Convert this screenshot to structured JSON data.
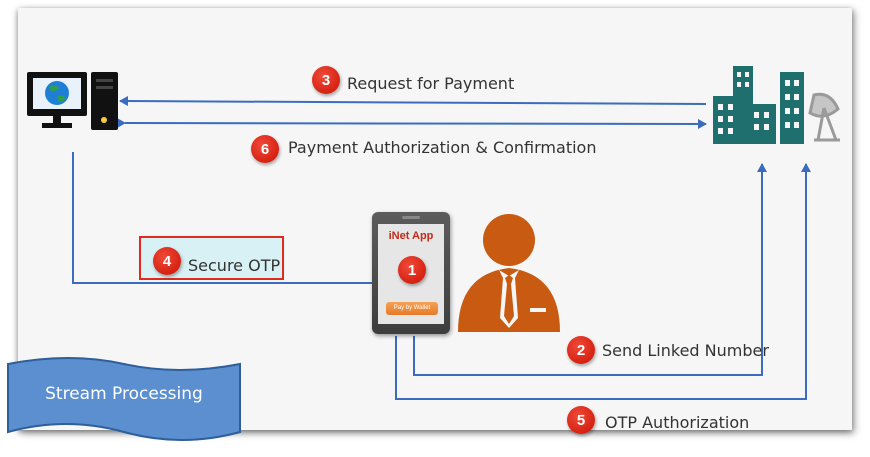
{
  "steps": {
    "s1": {
      "num": "1"
    },
    "s2": {
      "num": "2",
      "label": "Send Linked Number"
    },
    "s3": {
      "num": "3",
      "label": "Request for Payment"
    },
    "s4": {
      "num": "4",
      "label": "Secure OTP"
    },
    "s5": {
      "num": "5",
      "label": "OTP Authorization"
    },
    "s6": {
      "num": "6",
      "label": "Payment Authorization & Confirmation"
    }
  },
  "phone": {
    "app_title": "iNet App",
    "pay_button": "Pay by Wallet"
  },
  "banner": {
    "text": "Stream Processing"
  },
  "colors": {
    "arrow": "#3a6dbf",
    "step_badge": "#e02a1e",
    "building": "#1f6f6f",
    "person": "#c85a12",
    "banner": "#5b8fcf"
  },
  "icons": [
    "computer-icon",
    "office-buildings-icon",
    "satellite-dish-icon",
    "smartphone-icon",
    "person-icon"
  ]
}
